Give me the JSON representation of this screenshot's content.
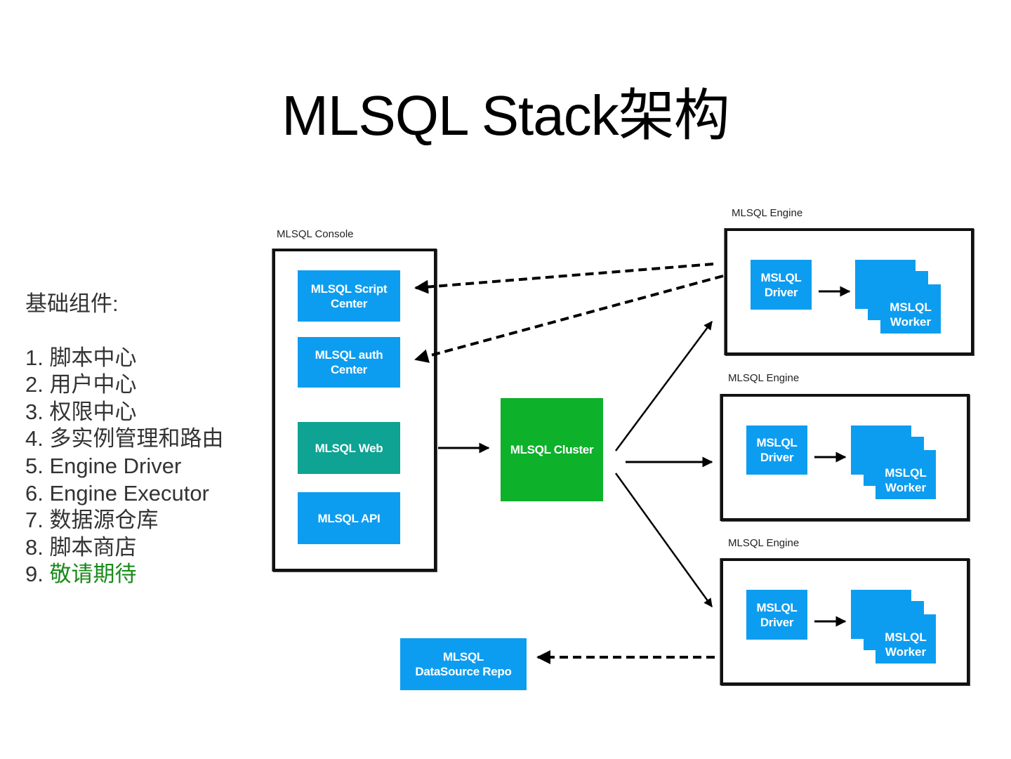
{
  "slide": {
    "title": "MLSQL Stack架构"
  },
  "components_list": {
    "heading": "基础组件:",
    "items": [
      {
        "num": "1.",
        "text": "脚本中心",
        "highlight": false
      },
      {
        "num": "2.",
        "text": "用户中心",
        "highlight": false
      },
      {
        "num": "3.",
        "text": "权限中心",
        "highlight": false
      },
      {
        "num": "4.",
        "text": "多实例管理和路由",
        "highlight": false
      },
      {
        "num": "5.",
        "text": "Engine Driver",
        "highlight": false
      },
      {
        "num": "6.",
        "text": "Engine Executor",
        "highlight": false
      },
      {
        "num": "7.",
        "text": "数据源仓库",
        "highlight": false
      },
      {
        "num": "8.",
        "text": "脚本商店",
        "highlight": false
      },
      {
        "num": "9.",
        "text": "敬请期待",
        "highlight": true
      }
    ],
    "highlight_color": "#1a8a1a"
  },
  "diagram": {
    "console": {
      "label": "MLSQL Console",
      "boxes": [
        {
          "id": "script-center",
          "line1": "MLSQL Script",
          "line2": "Center",
          "color": "#0d9df0"
        },
        {
          "id": "auth-center",
          "line1": "MLSQL auth",
          "line2": "Center",
          "color": "#0d9df0"
        },
        {
          "id": "web",
          "line1": "MLSQL Web",
          "line2": "",
          "color": "#0ea393"
        },
        {
          "id": "api",
          "line1": "MLSQL API",
          "line2": "",
          "color": "#0d9df0"
        }
      ]
    },
    "cluster": {
      "label": "MLSQL Cluster",
      "color": "#0db12a"
    },
    "engines": [
      {
        "label": "MLSQL Engine",
        "driver": {
          "line1": "MSLQL",
          "line2": "Driver"
        },
        "worker": {
          "line1": "MSLQL",
          "line2": "Worker"
        }
      },
      {
        "label": "MLSQL Engine",
        "driver": {
          "line1": "MSLQL",
          "line2": "Driver"
        },
        "worker": {
          "line1": "MSLQL",
          "line2": "Worker"
        }
      },
      {
        "label": "MLSQL Engine",
        "driver": {
          "line1": "MSLQL",
          "line2": "Driver"
        },
        "worker": {
          "line1": "MSLQL",
          "line2": "Worker"
        }
      }
    ],
    "datasource_repo": {
      "line1": "MLSQL",
      "line2": "DataSource Repo",
      "color": "#0d9df0"
    },
    "edges": [
      {
        "from": "engine-1",
        "to": "script-center",
        "style": "dashed"
      },
      {
        "from": "engine-1",
        "to": "auth-center",
        "style": "dashed"
      },
      {
        "from": "console",
        "to": "cluster",
        "style": "solid"
      },
      {
        "from": "cluster",
        "to": "engine-1",
        "style": "solid"
      },
      {
        "from": "cluster",
        "to": "engine-2",
        "style": "solid"
      },
      {
        "from": "cluster",
        "to": "engine-3",
        "style": "solid"
      },
      {
        "from": "engine-3",
        "to": "datasource-repo",
        "style": "dashed"
      },
      {
        "from": "driver",
        "to": "worker",
        "style": "solid"
      }
    ]
  }
}
